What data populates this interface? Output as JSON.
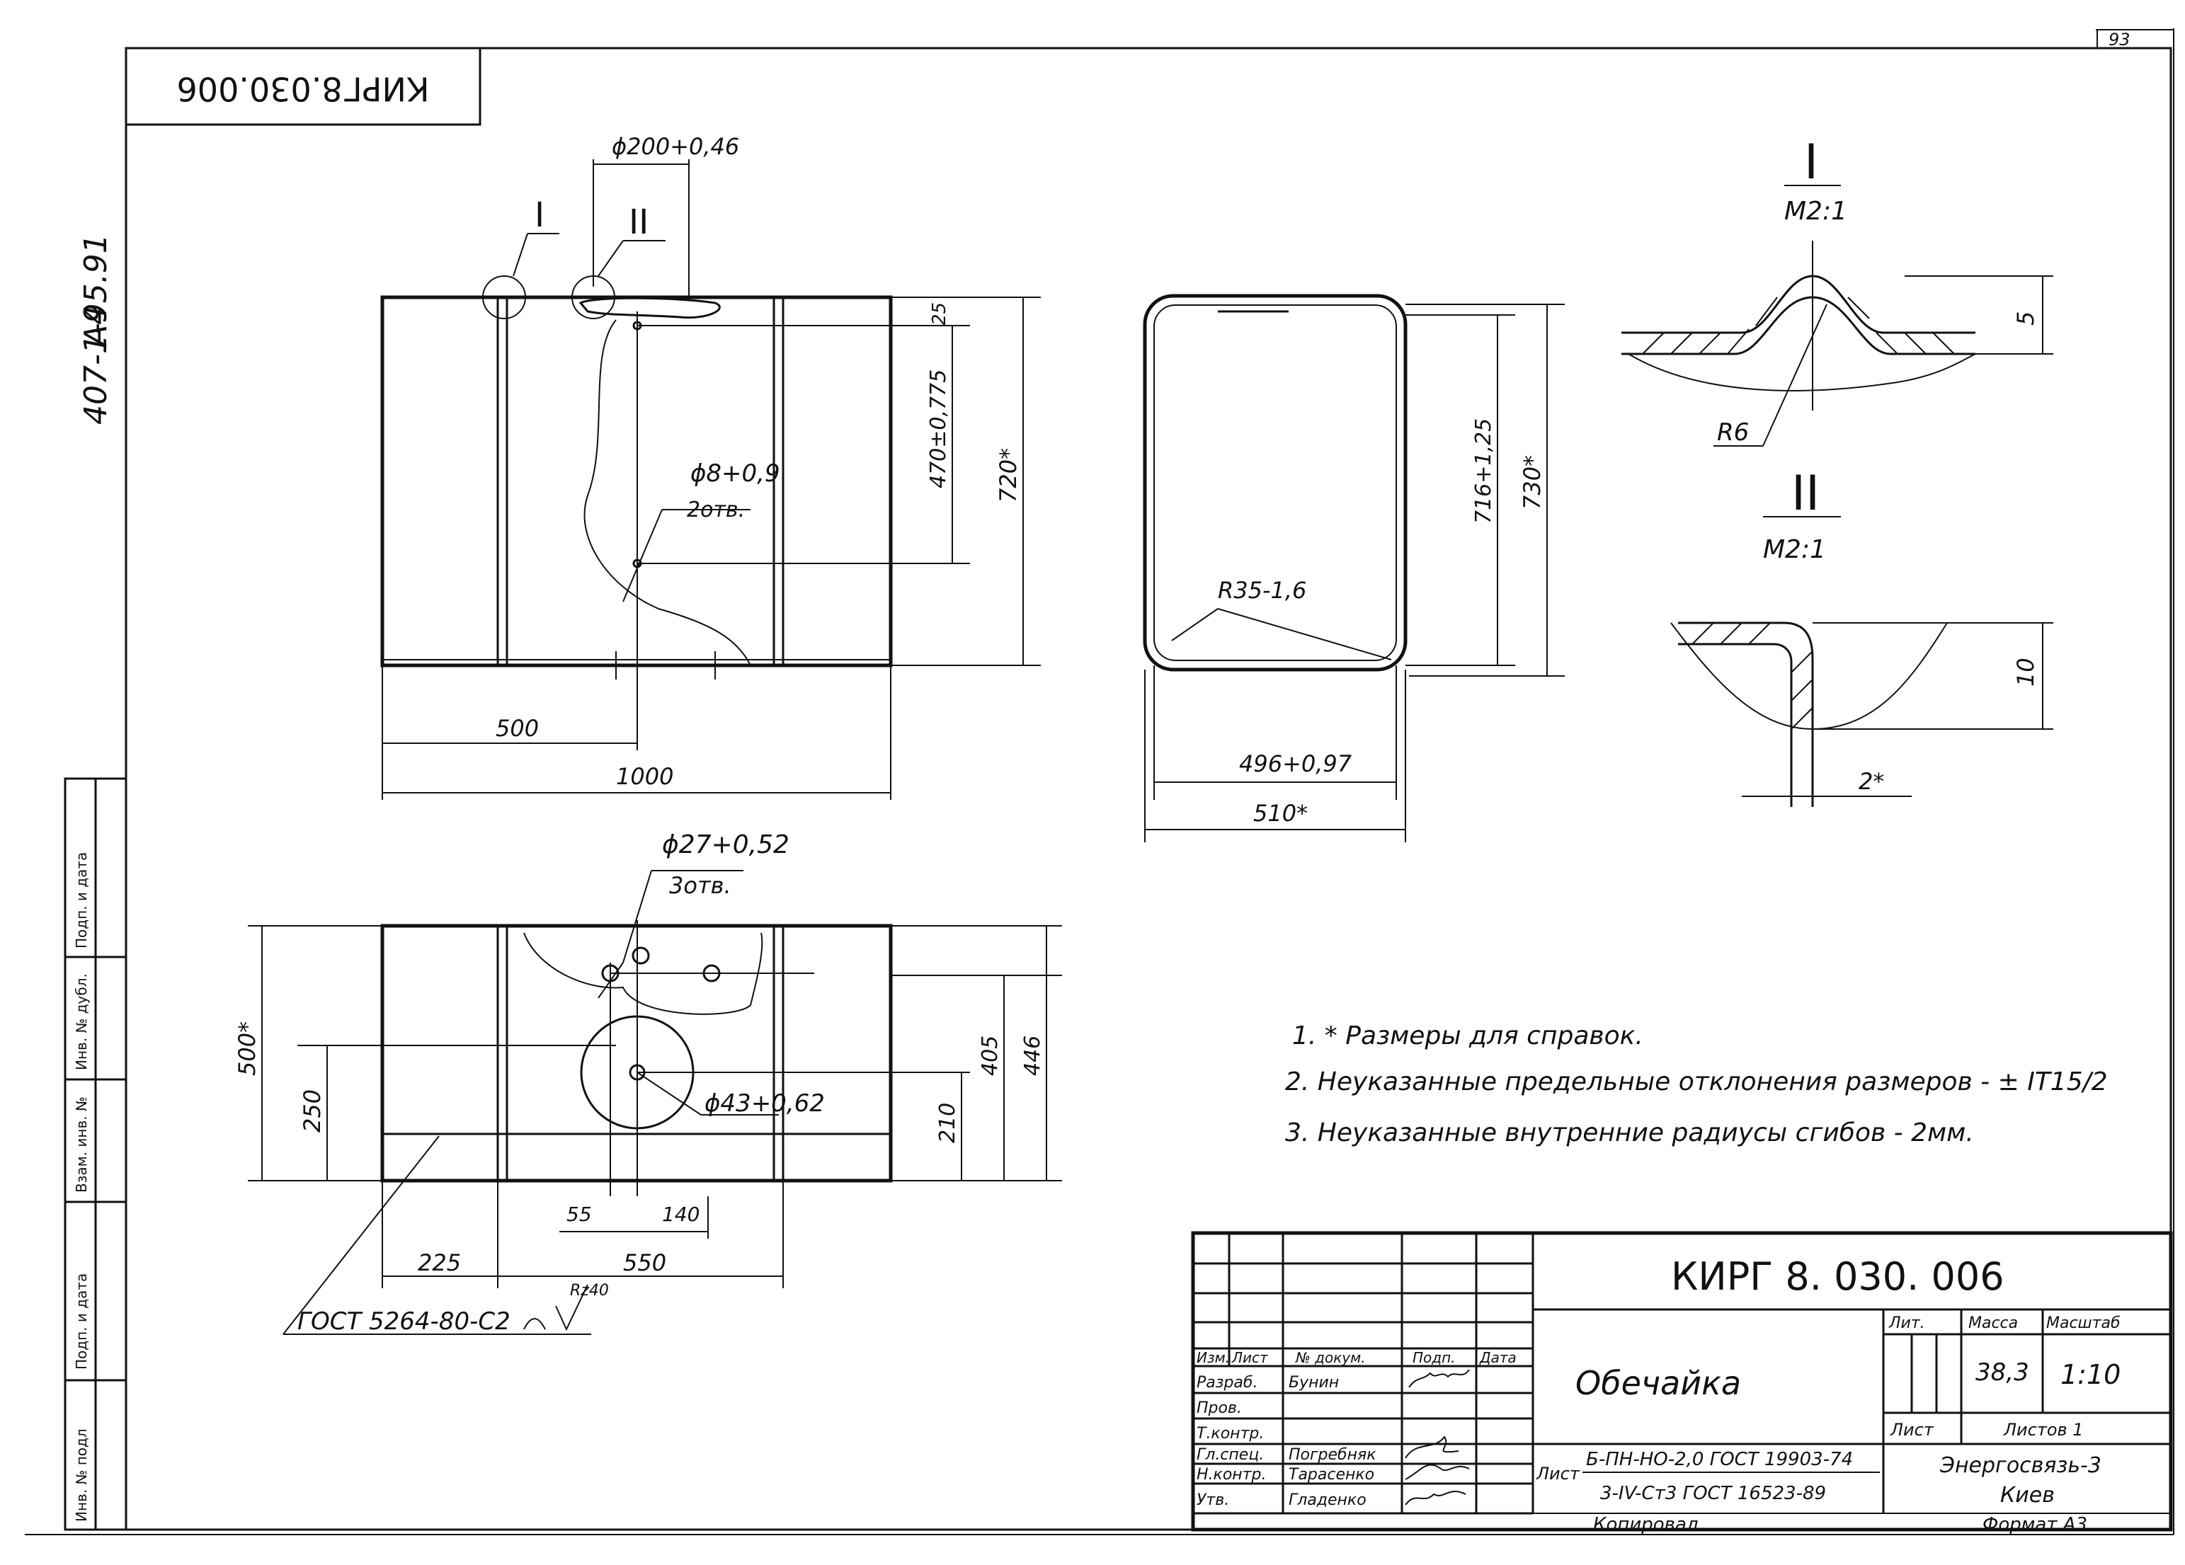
{
  "sheet": {
    "corner_number": "93",
    "doc_code_stamp": "КИРГ8.030.006",
    "side_series": "407-1-95.91",
    "side_format": "A4"
  },
  "side_stamp_columns": [
    "Инв. № подл",
    "Подп. и дата",
    "Взам. инв. №",
    "Инв. № дубл.",
    "Подп. и дата"
  ],
  "views": {
    "front": {
      "dims": [
        "1000",
        "500",
        "470±0,775",
        "720*",
        "25"
      ],
      "callouts": {
        "hole": "ϕ8+0,9",
        "hole_qty": "2отв.",
        "bead": "ϕ200+0,46",
        "detail_I": "I",
        "detail_II": "II"
      }
    },
    "section": {
      "dims": [
        "496+0,97",
        "510*",
        "716+1,25",
        "730*",
        "R35-1,6"
      ]
    },
    "bottom": {
      "dims": [
        "500*",
        "250",
        "225",
        "550",
        "55",
        "140",
        "210",
        "405",
        "446"
      ],
      "callouts": {
        "hole_big": "ϕ43+0,62",
        "hole_small": "ϕ27+0,52",
        "hole_small_qty": "3отв."
      },
      "weld": "ГОСТ 5264-80-С2",
      "rz": "Rz40"
    },
    "detail_I": {
      "label": "I",
      "scale": "М2:1",
      "dims": [
        "5",
        "R6"
      ]
    },
    "detail_II": {
      "label": "II",
      "scale": "М2:1",
      "dims": [
        "10",
        "2*"
      ]
    }
  },
  "notes": [
    "1. * Размеры для справок.",
    "2. Неуказанные предельные отклонения размеров - ± IT15/2",
    "3. Неуказанные внутренние радиусы сгибов - 2мм."
  ],
  "title_block": {
    "doc_code": "КИРГ 8. 030. 006",
    "part_name": "Обечайка",
    "col_headers": [
      "Лит.",
      "Масса",
      "Масштаб"
    ],
    "mass": "38,3",
    "scale": "1:10",
    "sheet_label": "Лист",
    "sheets_label": "Листов 1",
    "material_prefix": "Лист",
    "material_top": "Б-ПН-НО-2,0 ГОСТ 19903-74",
    "material_bottom": "3-IV-Ст3 ГОСТ 16523-89",
    "org": "Энергосвязь-3",
    "city": "Киев",
    "change_headers": [
      "Изм.",
      "Лист",
      "№ докум.",
      "Подп.",
      "Дата"
    ],
    "roles": [
      {
        "role": "Разраб.",
        "name": "Бунин"
      },
      {
        "role": "Пров.",
        "name": ""
      },
      {
        "role": "Т.контр.",
        "name": ""
      },
      {
        "role": "Гл.спец.",
        "name": "Погребняк"
      },
      {
        "role": "Н.контр.",
        "name": "Тарасенко"
      },
      {
        "role": "Утв.",
        "name": "Гладенко"
      }
    ],
    "copied": "Копировал",
    "format": "Формат А3"
  }
}
